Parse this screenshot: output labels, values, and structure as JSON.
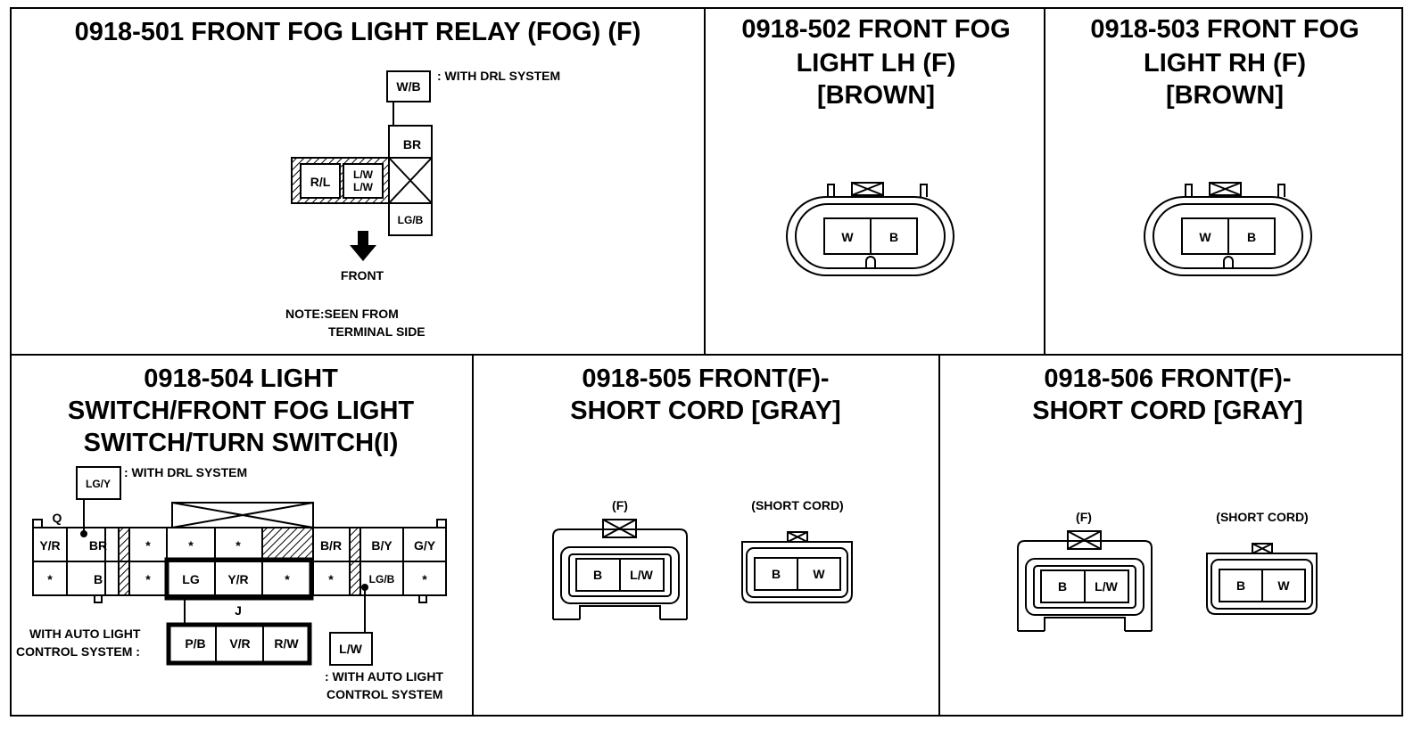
{
  "panels": {
    "p501": {
      "title": [
        "0918-501 FRONT FOG LIGHT RELAY (FOG) (F)"
      ],
      "wb": "W/B",
      "drl_note": ": WITH DRL SYSTEM",
      "br": "BR",
      "rl": "R/L",
      "lw1": "L/W",
      "lw2": "L/W",
      "lgb": "LG/B",
      "front": "FRONT",
      "note1": "NOTE:SEEN FROM",
      "note2": "TERMINAL SIDE"
    },
    "p502": {
      "title": [
        "0918-502 FRONT FOG",
        "LIGHT LH (F)",
        "[BROWN]"
      ],
      "pins": [
        "W",
        "B"
      ]
    },
    "p503": {
      "title": [
        "0918-503 FRONT FOG",
        "LIGHT RH (F)",
        "[BROWN]"
      ],
      "pins": [
        "W",
        "B"
      ]
    },
    "p504": {
      "title": [
        "0918-504 LIGHT",
        "SWITCH/FRONT FOG LIGHT",
        "SWITCH/TURN SWITCH(I)"
      ],
      "lgy": "LG/Y",
      "drl_note": ": WITH DRL SYSTEM",
      "q": "Q",
      "j": "J",
      "top_row": [
        "Y/R",
        "BR",
        "*",
        "*",
        "*",
        "",
        "B/R",
        "B/Y",
        "G/Y"
      ],
      "bottom_row": [
        "*",
        "B",
        "*",
        "LG",
        "Y/R",
        "*",
        "*",
        "LG/B",
        "*"
      ],
      "auto1": "WITH AUTO LIGHT",
      "auto2": "CONTROL SYSTEM :",
      "auto_pins": [
        "P/B",
        "V/R",
        "R/W"
      ],
      "lw": "L/W",
      "auto_note1": ": WITH AUTO LIGHT",
      "auto_note2": "CONTROL SYSTEM"
    },
    "p505": {
      "title": [
        "0918-505 FRONT(F)-",
        "SHORT CORD [GRAY]"
      ],
      "f_label": "(F)",
      "f_pins": [
        "B",
        "L/W"
      ],
      "sc_label": "(SHORT CORD)",
      "sc_pins": [
        "B",
        "W"
      ]
    },
    "p506": {
      "title": [
        "0918-506 FRONT(F)-",
        "SHORT CORD [GRAY]"
      ],
      "f_label": "(F)",
      "f_pins": [
        "B",
        "L/W"
      ],
      "sc_label": "(SHORT CORD)",
      "sc_pins": [
        "B",
        "W"
      ]
    }
  }
}
